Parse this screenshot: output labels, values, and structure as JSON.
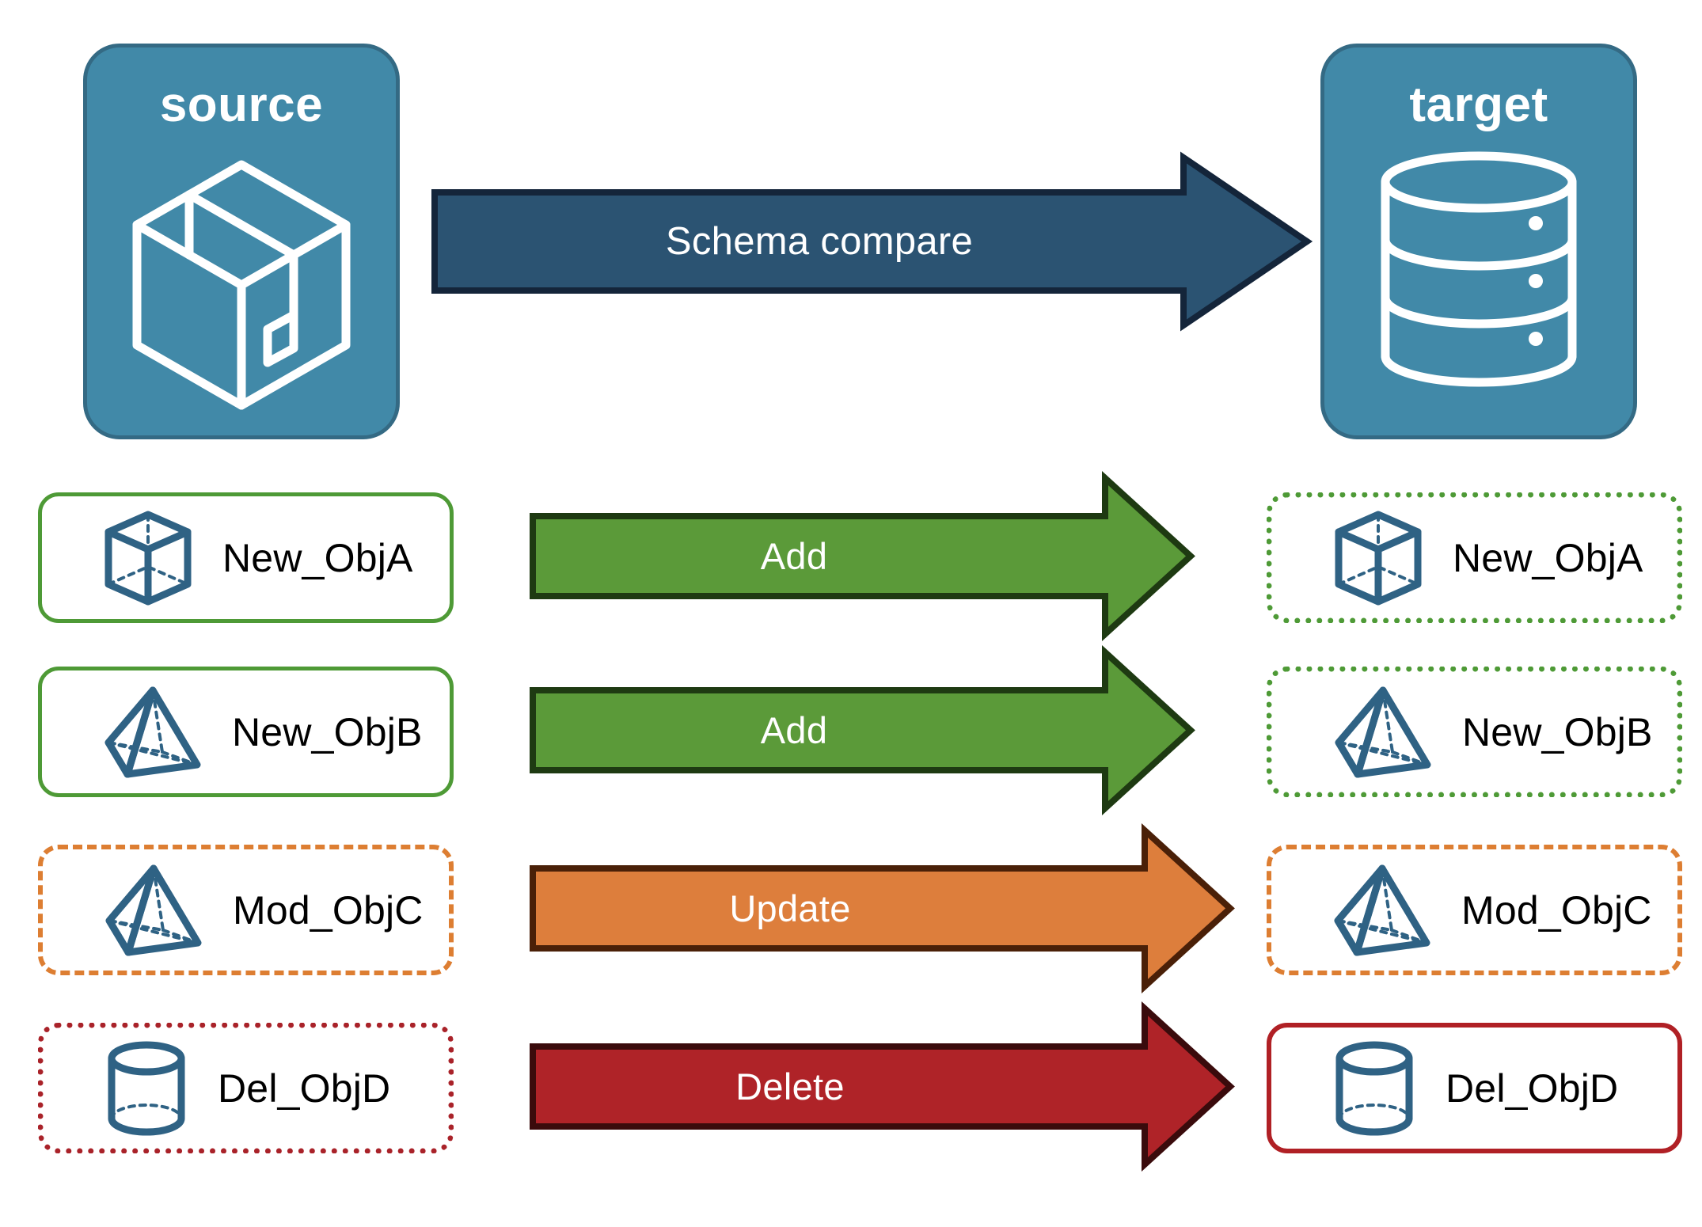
{
  "endpoints": {
    "source": {
      "title": "source",
      "icon": "box-3d-icon",
      "fill": "#4189A8",
      "stroke": "#346A84"
    },
    "target": {
      "title": "target",
      "icon": "database-cylinder-icon",
      "fill": "#4189A8",
      "stroke": "#346A84"
    }
  },
  "compare": {
    "label": "Schema compare",
    "fill": "#2B5372",
    "stroke": "#14253A"
  },
  "rows": [
    {
      "action": "Add",
      "arrow_fill": "#5B9A39",
      "arrow_stroke": "#1E3A12",
      "source": {
        "label": "New_ObjA",
        "icon": "cube-icon",
        "border_style": "bd-solid-green"
      },
      "target": {
        "label": "New_ObjA",
        "icon": "cube-icon",
        "border_style": "bd-dotted-green"
      }
    },
    {
      "action": "Add",
      "arrow_fill": "#5B9A39",
      "arrow_stroke": "#1E3A12",
      "source": {
        "label": "New_ObjB",
        "icon": "pyramid-icon",
        "border_style": "bd-solid-green"
      },
      "target": {
        "label": "New_ObjB",
        "icon": "pyramid-icon",
        "border_style": "bd-dotted-green"
      }
    },
    {
      "action": "Update",
      "arrow_fill": "#DD7E3C",
      "arrow_stroke": "#4A2008",
      "source": {
        "label": "Mod_ObjC",
        "icon": "pyramid-icon",
        "border_style": "bd-dashed-orange"
      },
      "target": {
        "label": "Mod_ObjC",
        "icon": "pyramid-icon",
        "border_style": "bd-dashed-orange"
      }
    },
    {
      "action": "Delete",
      "arrow_fill": "#AF2328",
      "arrow_stroke": "#3A0B0C",
      "source": {
        "label": "Del_ObjD",
        "icon": "cylinder-icon",
        "border_style": "bd-dotted-red"
      },
      "target": {
        "label": "Del_ObjD",
        "icon": "cylinder-icon",
        "border_style": "bd-solid-red"
      }
    }
  ],
  "colors": {
    "accent_blue": "#4189A8",
    "icon_blue": "#2F6284",
    "green": "#4E9A36",
    "orange": "#DD7E32",
    "red": "#A92229",
    "navy": "#2B5372"
  }
}
